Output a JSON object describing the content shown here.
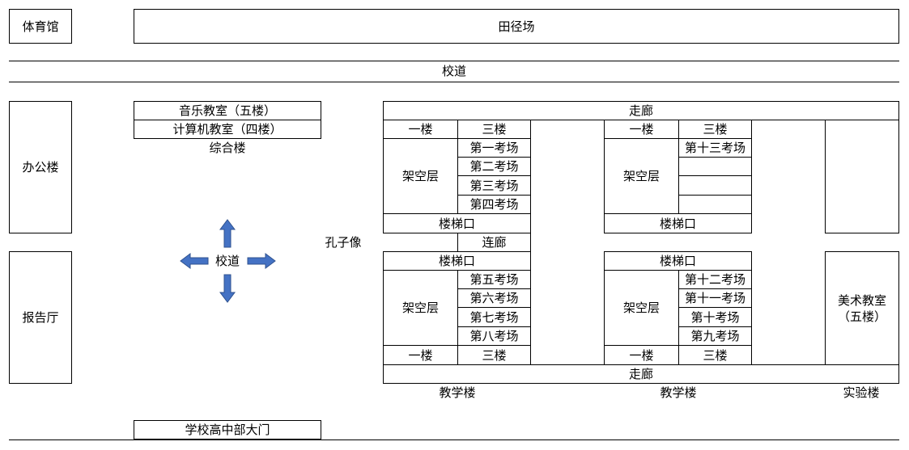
{
  "top": {
    "gym": "体育馆",
    "track": "田径场"
  },
  "road": "校道",
  "left": {
    "office": "办公楼",
    "hall": "报告厅"
  },
  "complex": {
    "music": "音乐教室（五楼）",
    "computer": "计算机教室（四楼）",
    "label": "综合楼"
  },
  "compass_label": "校道",
  "confucius": "孔子像",
  "gate": "学校高中部大门",
  "corridor": "走廊",
  "connector": "连廊",
  "floor1": "一楼",
  "floor3": "三楼",
  "stilt": "架空层",
  "stairs": "楼梯口",
  "bldg_a": {
    "top_rooms": [
      "第一考场",
      "第二考场",
      "第三考场",
      "第四考场"
    ],
    "bottom_rooms": [
      "第五考场",
      "第六考场",
      "第七考场",
      "第八考场"
    ],
    "label": "教学楼"
  },
  "bldg_b": {
    "top_rooms": [
      "第十三考场",
      "",
      "",
      ""
    ],
    "bottom_rooms": [
      "第十二考场",
      "第十一考场",
      "第十考场",
      "第九考场"
    ],
    "label": "教学楼"
  },
  "art": {
    "room_line1": "美术教室",
    "room_line2": "（五楼）",
    "label": "实验楼"
  },
  "colors": {
    "arrow_fill": "#4472C4",
    "arrow_stroke": "#2F528F"
  }
}
